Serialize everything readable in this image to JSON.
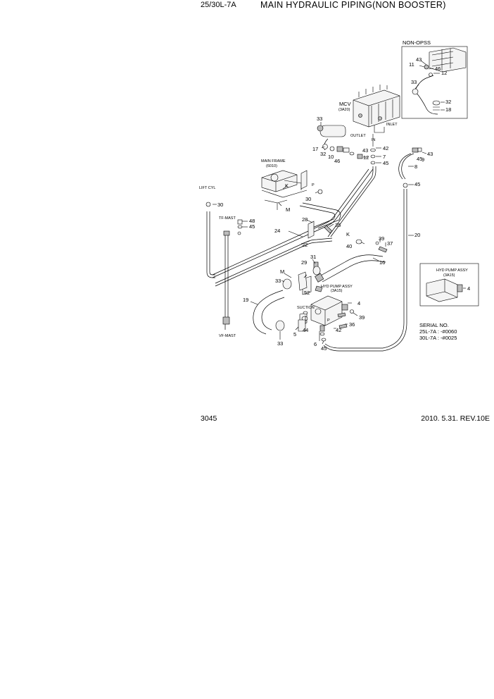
{
  "header": {
    "model": "25/30L-7A",
    "title": "MAIN HYDRAULIC PIPING(NON BOOSTER)"
  },
  "footer": {
    "page_number": "3045",
    "revision": "2010. 5.31.  REV.10E"
  },
  "inset_nonopss": {
    "title": "NON-OPSS",
    "callouts": [
      "43",
      "11",
      "46",
      "12",
      "33",
      "32",
      "18"
    ]
  },
  "inset_serial": {
    "serial_title": "SERIAL NO.",
    "serial_25": "25L-7A : -#0060",
    "serial_30": "30L-7A : -#0025",
    "assy_name": "HYD PUMP ASSY",
    "assy_code": "(3A15)",
    "callout": "4"
  },
  "labels": {
    "mcv": "MCV",
    "mcv_code": "(3A20)",
    "main_frame": "MAIN FRAME",
    "main_frame_code": "(6010)",
    "lift_cyl": "LIFT CYL",
    "tf_mast": "TF-MAST",
    "vf_mast": "VF-MAST",
    "hyd_pump": "HYD PUMP ASSY",
    "hyd_pump_code": "(3A15)",
    "outlet": "OUTLET",
    "inlet": "INLET",
    "in": "IN",
    "suction": "SUCTION",
    "p": "P"
  },
  "callouts": {
    "c33_top": "33",
    "c17": "17",
    "c32": "32",
    "c10": "10",
    "c46": "46",
    "c42_top": "42",
    "c43_mid": "43",
    "c7": "7",
    "c12": "12",
    "c45_a": "45",
    "c43_right": "43",
    "c9": "9",
    "c45_b": "45",
    "c8": "8",
    "c45_c": "45",
    "k1": "K",
    "c30_a": "30",
    "m1": "M",
    "c30_lift": "30",
    "c48": "48",
    "c45_tf": "45",
    "c28": "28",
    "c35": "35",
    "c24": "24",
    "c22": "22",
    "c20": "20",
    "k2": "K",
    "c40": "40",
    "c39_a": "39",
    "c37": "37",
    "c16": "16",
    "c31": "31",
    "m2": "M",
    "c29": "29",
    "c33_mid": "33",
    "c52": "52",
    "c19": "19",
    "c4": "4",
    "c39_b": "39",
    "c44": "44",
    "c36": "36",
    "c42_b": "42",
    "c5": "5",
    "c6": "6",
    "c45_d": "45",
    "c33_bot": "33"
  }
}
